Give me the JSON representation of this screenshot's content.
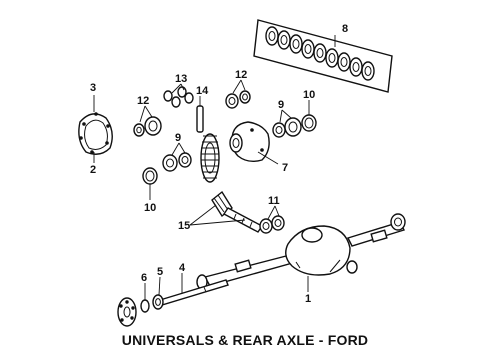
{
  "caption": "UNIVERSALS & REAR AXLE - FORD",
  "callouts": {
    "c1": "1",
    "c2": "2",
    "c3": "3",
    "c4": "4",
    "c5": "5",
    "c6": "6",
    "c7": "7",
    "c8": "8",
    "c9a": "9",
    "c9b": "9",
    "c10a": "10",
    "c10b": "10",
    "c11": "11",
    "c12a": "12",
    "c12b": "12",
    "c13": "13",
    "c14": "14",
    "c15": "15"
  }
}
